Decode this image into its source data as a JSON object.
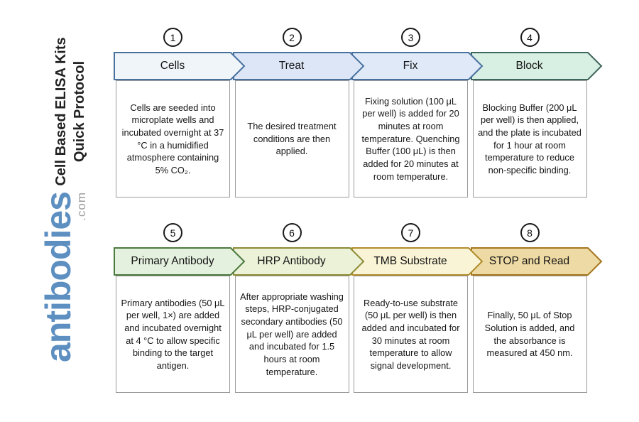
{
  "sidebar": {
    "title_line1": "Cell Based ELISA Kits",
    "title_line2": "Quick Protocol",
    "logo_text": "antibodies",
    "logo_suffix": ".com",
    "logo_color": "#5d8fc1",
    "logo_suffix_color": "#9e9e9e"
  },
  "steps": [
    {
      "number": "1",
      "label": "Cells",
      "description": "Cells are seeded into microplate wells and incubated overnight at 37 °C in a humidified atmosphere containing 5% CO₂.",
      "fill": "#f0f5f9",
      "border": "#48719e"
    },
    {
      "number": "2",
      "label": "Treat",
      "description": "The desired treatment conditions are then applied.",
      "fill": "#dce6f7",
      "border": "#48719e"
    },
    {
      "number": "3",
      "label": "Fix",
      "description": "Fixing solution (100 μL per well) is added for 20 minutes at room temperature. Quenching Buffer (100 μL) is then added for 20 minutes at room temperature.",
      "fill": "#dfe9f8",
      "border": "#48719e"
    },
    {
      "number": "4",
      "label": "Block",
      "description": "Blocking Buffer (200 μL per well) is then applied, and the plate is incubated for 1 hour at room temperature to reduce non-specific binding.",
      "fill": "#d8efe3",
      "border": "#3f665c"
    },
    {
      "number": "5",
      "label": "Primary Antibody",
      "description": "Primary antibodies (50 μL per well, 1×) are added and incubated overnight at 4 °C to allow specific binding to the target antigen.",
      "fill": "#e5f1df",
      "border": "#4c7a3e"
    },
    {
      "number": "6",
      "label": "HRP Antibody",
      "description": "After appropriate washing steps, HRP-conjugated secondary antibodies (50 μL per well) are added and incubated for 1.5 hours at room temperature.",
      "fill": "#ecf2d8",
      "border": "#8b8b33"
    },
    {
      "number": "7",
      "label": "TMB Substrate",
      "description": "Ready-to-use substrate (50 μL per well) is then added and incubated for 30 minutes at room temperature to allow signal development.",
      "fill": "#f9f4d6",
      "border": "#b08c2c"
    },
    {
      "number": "8",
      "label": "STOP and Read",
      "description": "Finally, 50 μL of Stop Solution is added, and the absorbance is measured at 450 nm.",
      "fill": "#eedaa4",
      "border": "#a5761d"
    }
  ]
}
